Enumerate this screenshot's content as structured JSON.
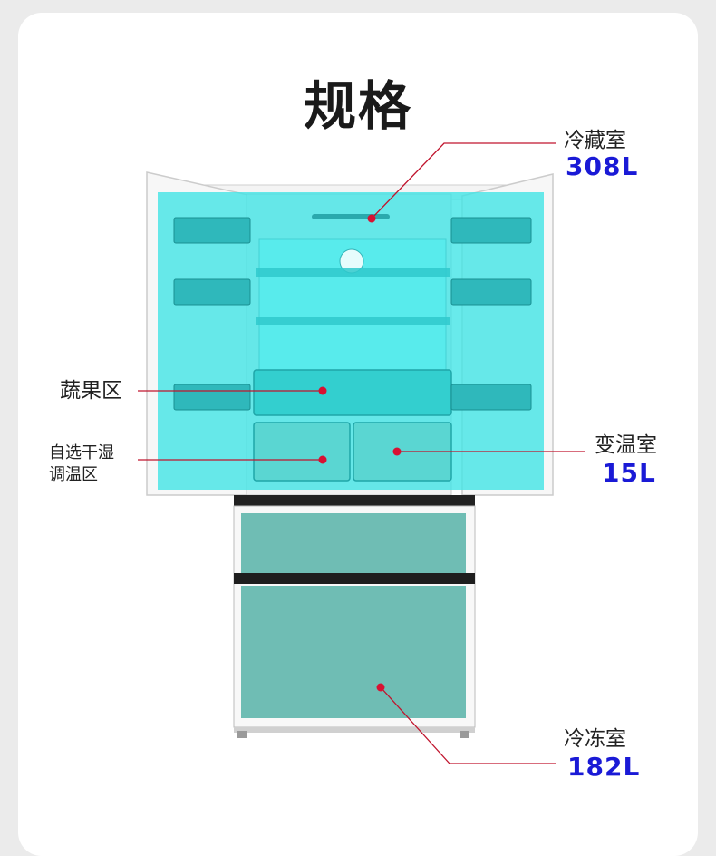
{
  "title": "规格",
  "colors": {
    "cyan_zone": "#3de4e6",
    "frozen_zone": "#6fbdb4",
    "callout_line": "#c0142d",
    "volume_text": "#1a1ad6"
  },
  "zones": {
    "fridge": {
      "name": "冷藏室",
      "volume": "308L"
    },
    "crisper": {
      "name": "蔬果区"
    },
    "humidity": {
      "name_line1": "自选干湿",
      "name_line2": "调温区"
    },
    "variable": {
      "name": "变温室",
      "volume": "15L"
    },
    "freezer": {
      "name": "冷冻室",
      "volume": "182L"
    }
  },
  "icons": {
    "fridge_illustration": "french-door-refrigerator-icon",
    "callout_dot": "red-dot-icon"
  }
}
